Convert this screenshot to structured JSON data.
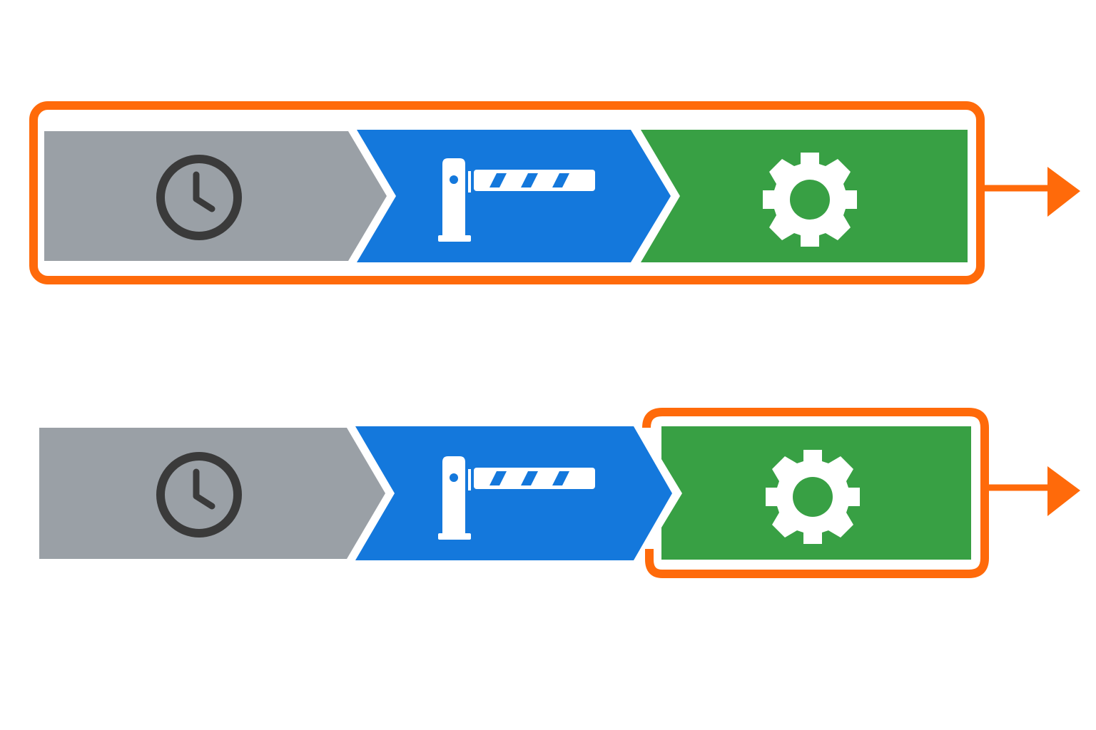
{
  "colors": {
    "wait": "#9aa0a6",
    "gate": "#1478dc",
    "process": "#38a044",
    "highlight": "#ff6a0a",
    "clock_stroke": "#3a3a3a",
    "icon_fill": "#ffffff",
    "background": "#ffffff"
  },
  "rows": [
    {
      "name": "row-full-pipeline-highlighted",
      "highlight_scope": "all-stages",
      "stages": [
        {
          "key": "wait",
          "icon": "clock-icon"
        },
        {
          "key": "gate",
          "icon": "barrier-gate-icon"
        },
        {
          "key": "process",
          "icon": "gear-icon"
        }
      ],
      "output_arrow": "arrow-right-icon"
    },
    {
      "name": "row-process-stage-highlighted",
      "highlight_scope": "process-stage-only",
      "stages": [
        {
          "key": "wait",
          "icon": "clock-icon"
        },
        {
          "key": "gate",
          "icon": "barrier-gate-icon"
        },
        {
          "key": "process",
          "icon": "gear-icon"
        }
      ],
      "output_arrow": "arrow-right-icon"
    }
  ]
}
